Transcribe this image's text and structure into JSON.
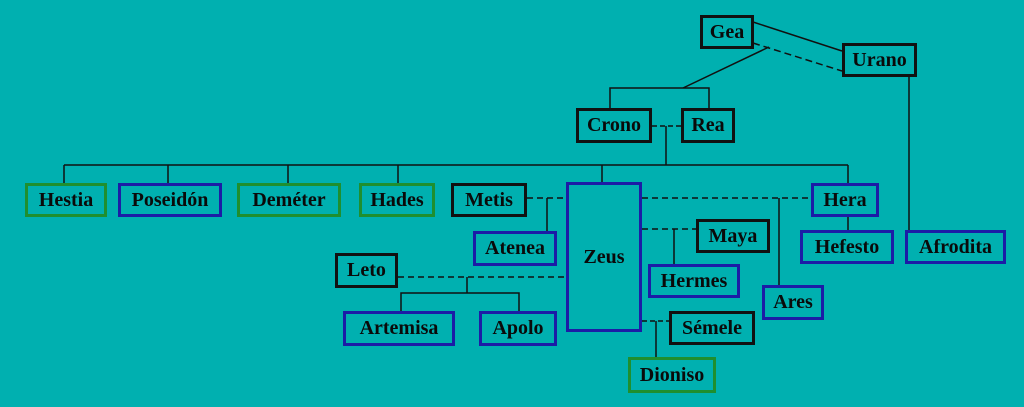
{
  "title": "Genealogía de los dioses griegos",
  "colors": {
    "background": "#00b0b0",
    "blue": "#1c1ca6",
    "green": "#1f8f2f",
    "black": "#111111"
  },
  "nodes": [
    {
      "id": "gea",
      "label": "Gea",
      "kind": "black"
    },
    {
      "id": "urano",
      "label": "Urano",
      "kind": "black"
    },
    {
      "id": "crono",
      "label": "Crono",
      "kind": "black"
    },
    {
      "id": "rea",
      "label": "Rea",
      "kind": "black"
    },
    {
      "id": "hestia",
      "label": "Hestia",
      "kind": "green"
    },
    {
      "id": "poseidon",
      "label": "Poseidón",
      "kind": "blue"
    },
    {
      "id": "demeter",
      "label": "Deméter",
      "kind": "green"
    },
    {
      "id": "hades",
      "label": "Hades",
      "kind": "green"
    },
    {
      "id": "metis",
      "label": "Metis",
      "kind": "black"
    },
    {
      "id": "zeus",
      "label": "Zeus",
      "kind": "blue"
    },
    {
      "id": "hera",
      "label": "Hera",
      "kind": "blue"
    },
    {
      "id": "hefesto",
      "label": "Hefesto",
      "kind": "blue"
    },
    {
      "id": "afrodita",
      "label": "Afrodita",
      "kind": "blue"
    },
    {
      "id": "atenea",
      "label": "Atenea",
      "kind": "blue"
    },
    {
      "id": "maya",
      "label": "Maya",
      "kind": "black"
    },
    {
      "id": "hermes",
      "label": "Hermes",
      "kind": "blue"
    },
    {
      "id": "ares",
      "label": "Ares",
      "kind": "blue"
    },
    {
      "id": "leto",
      "label": "Leto",
      "kind": "black"
    },
    {
      "id": "artemisa",
      "label": "Artemisa",
      "kind": "blue"
    },
    {
      "id": "apolo",
      "label": "Apolo",
      "kind": "blue"
    },
    {
      "id": "semele",
      "label": "Sémele",
      "kind": "black"
    },
    {
      "id": "dioniso",
      "label": "Dioniso",
      "kind": "green"
    }
  ]
}
